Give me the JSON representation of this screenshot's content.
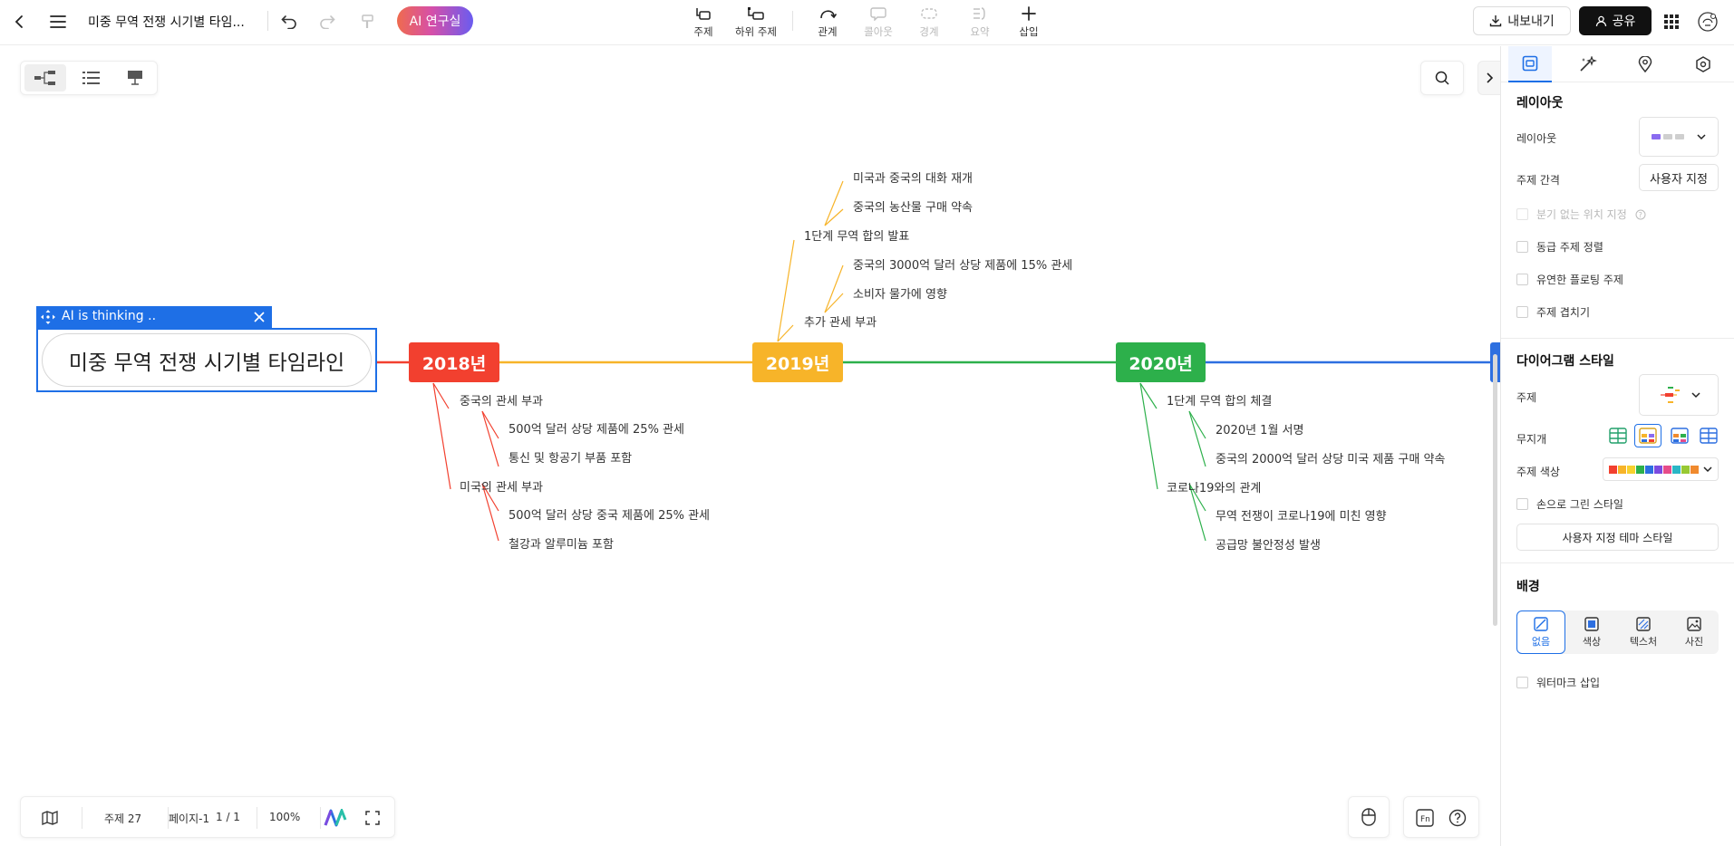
{
  "topbar": {
    "doc_title": "미중 무역 전쟁 시기별 타임...",
    "ai_lab_label": "AI 연구실",
    "tools": [
      {
        "label": "주제"
      },
      {
        "label": "하위 주제"
      },
      {
        "label": "관계"
      },
      {
        "label": "콜아웃"
      },
      {
        "label": "경계"
      },
      {
        "label": "요약"
      },
      {
        "label": "삽입"
      }
    ],
    "export_label": "내보내기",
    "share_label": "공유"
  },
  "canvas": {
    "ai_status": "AI is thinking ..",
    "root_title": "미중 무역 전쟁 시기별 타임라인",
    "years": [
      "2018년",
      "2019년",
      "2020년"
    ],
    "branch_2018": {
      "t1": "중국의 관세 부과",
      "t1a": "500억 달러 상당 제품에 25% 관세",
      "t1b": "통신 및 항공기 부품 포함",
      "t2": "미국의 관세 부과",
      "t2a": "500억 달러 상당 중국 제품에 25% 관세",
      "t2b": "철강과 알루미늄 포함"
    },
    "branch_2019": {
      "t1": "1단계 무역 합의 발표",
      "t1a": "미국과 중국의 대화 재개",
      "t1b": "중국의 농산물 구매 약속",
      "t2": "추가 관세 부과",
      "t2a": "중국의 3000억 달러 상당 제품에 15% 관세",
      "t2b": "소비자 물가에 영향"
    },
    "branch_2020": {
      "t1": "1단계 무역 합의 체결",
      "t1a": "2020년 1월 서명",
      "t1b": "중국의 2000억 달러 상당 미국 제품 구매 약속",
      "t2": "코로나19와의 관계",
      "t2a": "무역 전쟁이 코로나19에 미친 영향",
      "t2b": "공급망 불안정성 발생"
    },
    "colors": {
      "y2018": "#f2402f",
      "y2019": "#f7b429",
      "y2020": "#2db04b",
      "y2021": "#2d6fe0",
      "selection": "#1e6fe6"
    }
  },
  "statusbar": {
    "topic_count": "주제 27",
    "page_label": "페이지-1",
    "page_num": "1 / 1",
    "zoom": "100%"
  },
  "panel": {
    "layout_section": "레이아웃",
    "layout_label": "레이아웃",
    "spacing_label": "주제 간격",
    "spacing_value": "사용자 지정",
    "chk_free_position": "분기 없는 위치 지정",
    "chk_align_same_level": "동급 주제 정렬",
    "chk_flexible_floating": "유연한 플로팅 주제",
    "chk_overlap": "주제 겹치기",
    "diagram_style_section": "다이어그램 스타일",
    "theme_label": "주제",
    "rainbow_label": "무지개",
    "theme_color_label": "주제 색상",
    "chk_hand_drawn": "손으로 그린 스타일",
    "custom_theme_button": "사용자 지정 테마 스타일",
    "background_section": "배경",
    "bg_options": [
      "없음",
      "색상",
      "텍스처",
      "사진"
    ],
    "chk_watermark": "워터마크 삽입",
    "palette": [
      "#f2402f",
      "#f7b429",
      "#f7d12e",
      "#2db04b",
      "#2d6fe0",
      "#7b4be0",
      "#e64c8a",
      "#2bb6c6",
      "#98c933",
      "#f08a2e"
    ]
  }
}
